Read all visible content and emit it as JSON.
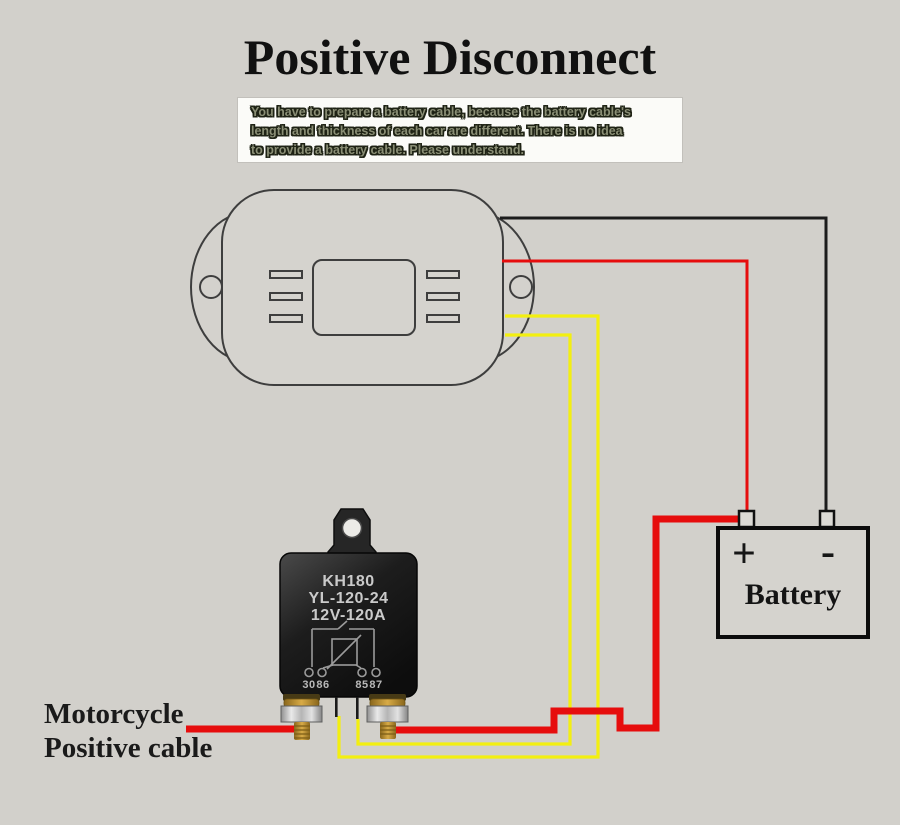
{
  "title": "Positive Disconnect",
  "note": {
    "lines": [
      "You have to prepare a battery cable, because the battery cable's",
      "length and thickness of each car are different. There is no idea",
      "to provide a battery cable. Please understand."
    ]
  },
  "relay": {
    "model": "KH180",
    "part_number": "YL-120-24",
    "rating": "12V-120A",
    "pin_labels": [
      "30",
      "86",
      "85",
      "87"
    ]
  },
  "battery": {
    "label": "Battery",
    "positive_symbol": "+",
    "negative_symbol": "-"
  },
  "cable_label": {
    "lines": [
      "Motorcycle",
      "Positive cable"
    ]
  },
  "colors": {
    "background": "#d2d0cb",
    "wire_red": "#e60d0d",
    "wire_yellow": "#f3ef10",
    "wire_black": "#1c1c1c",
    "device_outline": "#3e3e3e",
    "relay_body_dark": "#151515",
    "brass": "#c79a3a",
    "note_background": "#fbfbf8"
  }
}
